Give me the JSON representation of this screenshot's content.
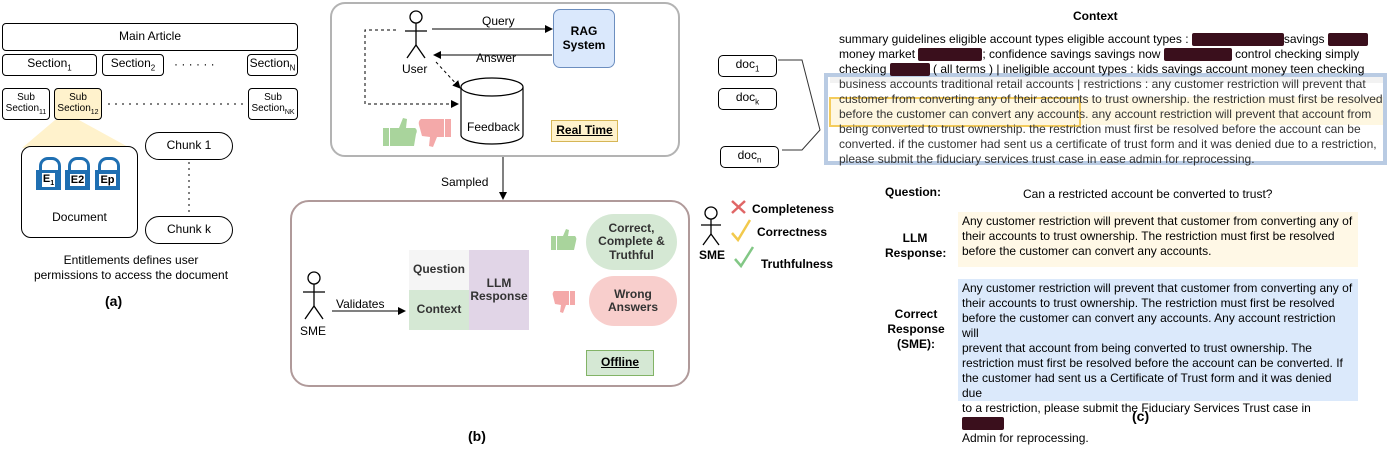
{
  "panel_a": {
    "main_article": "Main Article",
    "section_1": "Section",
    "section_1_sub": "1",
    "section_2": "Section",
    "section_2_sub": "2",
    "section_dots": "· · · · · ·",
    "section_n": "Section",
    "section_n_sub": "N",
    "sub_section_11_top": "Sub",
    "sub_section_11_bottom": "Section",
    "sub_section_11_sub": "11",
    "sub_section_12_top": "Sub",
    "sub_section_12_bottom": "Section",
    "sub_section_12_sub": "12",
    "sub_section_nk_top": "Sub",
    "sub_section_nk_bottom": "Section",
    "sub_section_nk_sub": "NK",
    "lock_1": "E",
    "lock_1_sub": "1",
    "lock_2": "E2",
    "lock_p": "Ep",
    "document_label": "Document",
    "chunk_1": "Chunk 1",
    "chunk_k": "Chunk k",
    "caption_line1": "Entitlements defines user",
    "caption_line2": "permissions to access the document",
    "panel_label": "(a)"
  },
  "panel_b": {
    "user_label": "User",
    "query_label": "Query",
    "answer_label": "Answer",
    "rag_line1": "RAG",
    "rag_line2": "System",
    "feedback_label": "Feedback",
    "real_time_label": "Real Time",
    "sampled_label": "Sampled",
    "sme_label": "SME",
    "validates_label": "Validates",
    "question_label": "Question",
    "context_label": "Context",
    "llm_response_line1": "LLM",
    "llm_response_line2": "Response",
    "correct_line1": "Correct,",
    "correct_line2": "Complete &",
    "correct_line3": "Truthful",
    "wrong_line1": "Wrong",
    "wrong_line2": "Answers",
    "offline_label": "Offline",
    "panel_label": "(b)"
  },
  "criteria": {
    "sme_label": "SME",
    "completeness": "Completeness",
    "correctness": "Correctness",
    "truthfulness": "Truthfulness"
  },
  "docs": {
    "doc_1": "doc",
    "doc_1_sub": "1",
    "doc_k": "doc",
    "doc_k_sub": "k",
    "doc_n": "doc",
    "doc_n_sub": "n"
  },
  "panel_c": {
    "context_title": "Context",
    "context_l1_a": "summary guidelines eligible account types eligible account types : ",
    "context_l1_b": "savings ",
    "context_l2_a": "money market ",
    "context_l2_b": "; confidence savings savings now ",
    "context_l2_c": " control checking simply",
    "context_l3_a": "checking ",
    "context_l3_b": " ( all terms ) | ineligible account types : kids savings account money teen checking",
    "context_l4": "business accounts traditional retail accounts | restrictions : any customer restriction will prevent that",
    "context_l5": "customer from converting any of their accounts to trust ownership. the restriction must first be resolved",
    "context_l6": "before the customer can convert any accounts. any account restriction will prevent that account from",
    "context_l7": "being converted to trust ownership. the restriction must first be resolved before the account can be",
    "context_l8": "converted. if the customer had sent us a certificate of trust form and it was denied due to a restriction,",
    "context_l9": "please submit the fiduciary services trust case in ease admin for reprocessing.",
    "question_label": "Question:",
    "question_text": "Can a restricted account be converted to trust?",
    "llm_label_line1": "LLM",
    "llm_label_line2": "Response:",
    "llm_l1": "Any customer restriction will prevent that customer from converting any of",
    "llm_l2": "their accounts to trust ownership. The restriction must first be resolved",
    "llm_l3": "before the customer can convert any accounts.",
    "correct_label_line1": "Correct",
    "correct_label_line2": "Response",
    "correct_label_line3": "(SME):",
    "cr_l1": "Any customer restriction will prevent that customer from converting any of",
    "cr_l2": "their accounts to trust ownership. The restriction must first be resolved",
    "cr_l3": "before the customer can convert any accounts. Any account restriction will",
    "cr_l4": "prevent that account from being converted to trust ownership. The",
    "cr_l5": "restriction must first be resolved before the account can be converted. If",
    "cr_l6": "the customer had sent us a Certificate of Trust form and it was denied due",
    "cr_l7": "to a restriction, please submit the Fiduciary Services Trust case in ",
    "cr_l8": "Admin for reprocessing.",
    "panel_label": "(c)"
  },
  "colors": {
    "rag_fill": "#dae8fc",
    "rag_border": "#6c8ebf",
    "real_time_fill": "#fff2cc",
    "question_fill": "#f5f5f5",
    "context_fill": "#d5e8d4",
    "llm_fill": "#e1d5e7",
    "offline_fill": "#d5e8d4",
    "panel_b_border": "#b09a9a",
    "redaction": "#3a0f1c",
    "llm_response_bg": "#fff8e6",
    "correct_response_bg": "#dbe9fb"
  }
}
